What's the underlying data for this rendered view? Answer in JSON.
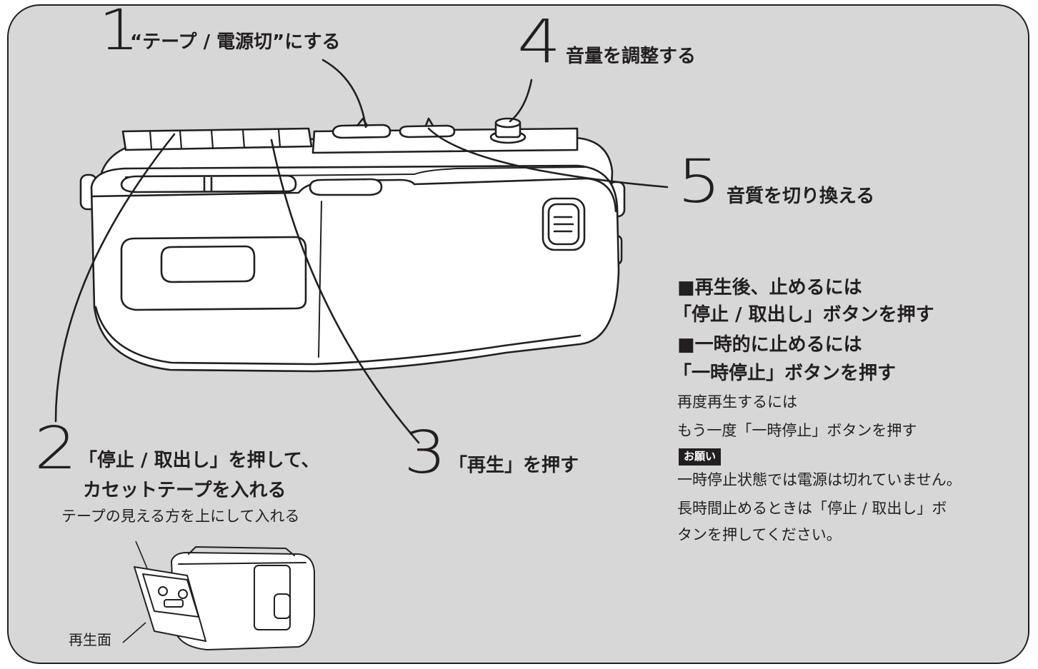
{
  "steps": [
    {
      "number": "1",
      "text": "“テープ / 電源切”にする"
    },
    {
      "number": "2",
      "text": "「停止 / 取出し」を押して、",
      "text2": "カセットテープを入れる",
      "note": "テープの見える方を上にして入れる"
    },
    {
      "number": "3",
      "text": "「再生」を押す"
    },
    {
      "number": "4",
      "text": "音量を調整する"
    },
    {
      "number": "5",
      "text": "音質を切り換える"
    }
  ],
  "inset_label": "再生面",
  "notes": {
    "stop_heading": "■再生後、止めるには",
    "stop_action": "「停止 / 取出し」ボタンを押す",
    "pause_heading": "■一時的に止めるには",
    "pause_action": "「一時停止」ボタンを押す",
    "resume_line1": "再度再生するには",
    "resume_line2": "もう一度「一時停止」ボタンを押す",
    "badge": "お願い",
    "request_line1": "一時停止状態では電源は切れていません。",
    "request_line2": "長時間止めるときは「停止 / 取出し」ボ",
    "request_line3": "タンを押してください。"
  },
  "colors": {
    "panel": "#d7d7d7",
    "ink": "#231f20",
    "device": "#ffffff"
  }
}
